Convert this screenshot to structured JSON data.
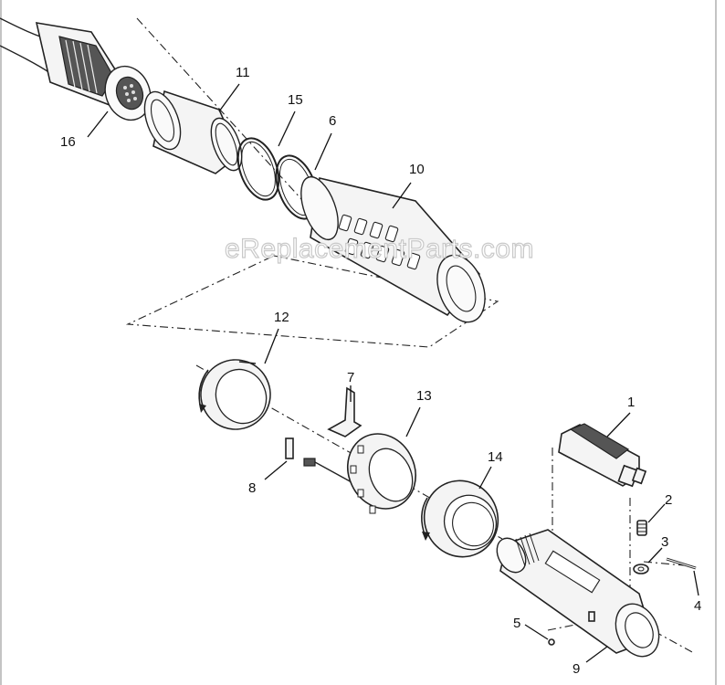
{
  "watermark": "eReplacementParts.com",
  "callouts": {
    "p1": "1",
    "p2": "2",
    "p3": "3",
    "p4": "4",
    "p5": "5",
    "p6": "6",
    "p7": "7",
    "p8": "8",
    "p9": "9",
    "p10": "10",
    "p11": "11",
    "p12": "12",
    "p13": "13",
    "p14": "14",
    "p15": "15",
    "p16": "16"
  }
}
